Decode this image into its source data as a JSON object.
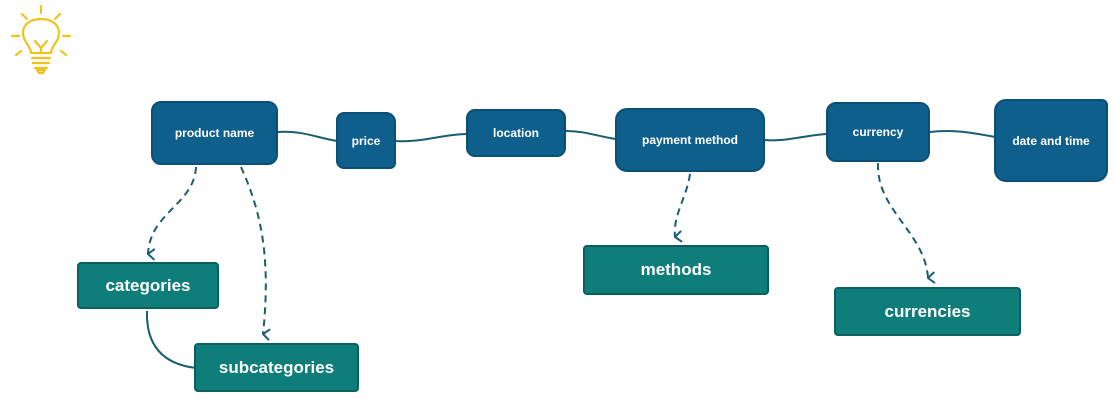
{
  "nodes": {
    "product_name": "product name",
    "price": "price",
    "location": "location",
    "payment_method": "payment method",
    "currency": "currency",
    "date_and_time": "date and time",
    "categories": "categories",
    "subcategories": "subcategories",
    "methods": "methods",
    "currencies": "currencies"
  },
  "colors": {
    "primary_node": "#0e5f8c",
    "secondary_node": "#0f7d79",
    "connector": "#1b5d70",
    "lightbulb": "#f1c21b"
  },
  "icons": {
    "corner": "lightbulb-icon"
  }
}
